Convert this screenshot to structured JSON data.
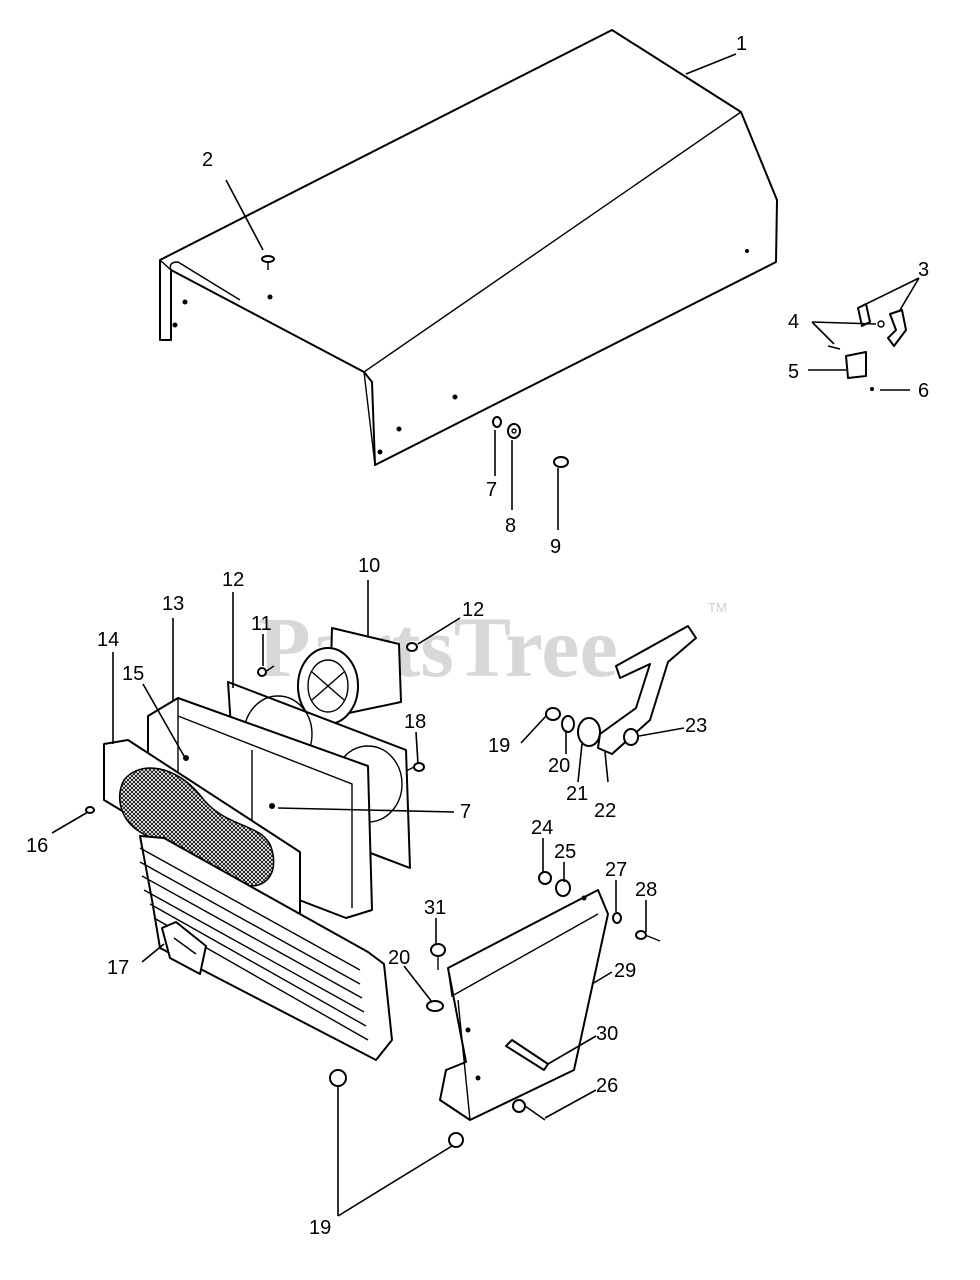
{
  "watermark": {
    "text": "PartsTree",
    "tm": "TM"
  },
  "callouts": {
    "c1": "1",
    "c2": "2",
    "c3": "3",
    "c4": "4",
    "c5": "5",
    "c6": "6",
    "c7a": "7",
    "c8": "8",
    "c9": "9",
    "c10": "10",
    "c11": "11",
    "c12a": "12",
    "c12b": "12",
    "c13": "13",
    "c14": "14",
    "c15": "15",
    "c16": "16",
    "c7b": "7",
    "c17": "17",
    "c18": "18",
    "c19a": "19",
    "c20a": "20",
    "c21": "21",
    "c22": "22",
    "c23": "23",
    "c24": "24",
    "c25": "25",
    "c27": "27",
    "c28": "28",
    "c31": "31",
    "c20b": "20",
    "c29": "29",
    "c30": "30",
    "c26": "26",
    "c19b": "19"
  }
}
